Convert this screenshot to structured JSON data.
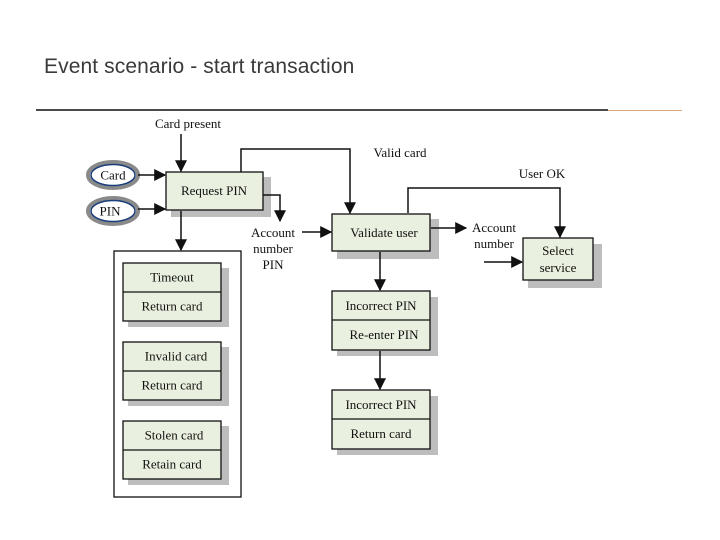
{
  "slide": {
    "title": "Event scenario - start transaction"
  },
  "diagram": {
    "inputs": {
      "card": "Card",
      "pin": "PIN"
    },
    "labels": {
      "card_present": "Card present",
      "valid_card": "Valid card",
      "user_ok": "User OK",
      "account_number_left": [
        "Account",
        "number",
        "PIN"
      ],
      "account_number_right": [
        "Account",
        "number"
      ]
    },
    "boxes": {
      "request_pin": "Request PIN",
      "validate_user": "Validate user",
      "select_service": [
        "Select",
        "service"
      ]
    },
    "exception_groups": [
      {
        "condition": "Timeout",
        "action": "Return card"
      },
      {
        "condition": "Invalid card",
        "action": "Return card"
      },
      {
        "condition": "Stolen card",
        "action": "Retain card"
      }
    ],
    "pin_failures": [
      {
        "condition": "Incorrect PIN",
        "action": "Re-enter PIN"
      },
      {
        "condition": "Incorrect PIN",
        "action": "Return card"
      }
    ]
  }
}
